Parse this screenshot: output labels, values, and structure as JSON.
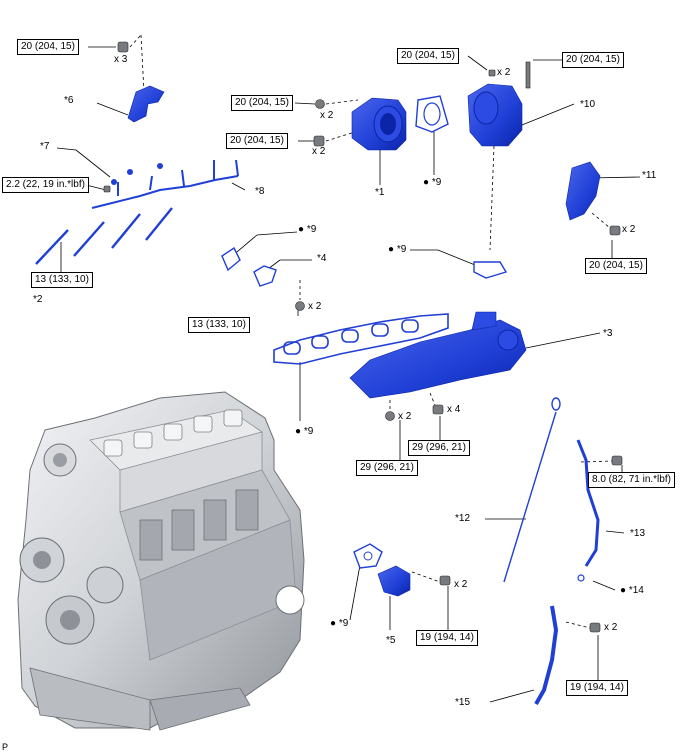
{
  "torque_specs": {
    "t1": "20 (204, 15)",
    "t2": "20 (204, 15)",
    "t3": "20 (204, 15)",
    "t4": "20 (204, 15)",
    "t5": "20 (204, 15)",
    "t6": "20 (204, 15)",
    "t7": "2.2 (22, 19 in.*lbf)",
    "t8": "13 (133, 10)",
    "t9": "13 (133, 10)",
    "t10": "29 (296, 21)",
    "t11": "29 (296, 21)",
    "t12": "8.0 (82, 71 in.*lbf)",
    "t13": "19 (194, 14)",
    "t14": "19 (194, 14)"
  },
  "quantities": {
    "x3": "x 3",
    "x2": "x 2",
    "x4": "x 4"
  },
  "callouts": {
    "c1": "*1",
    "c2": "*2",
    "c3": "*3",
    "c4": "*4",
    "c5": "*5",
    "c6": "*6",
    "c7": "*7",
    "c8": "*8",
    "c9": "*9",
    "c10": "*10",
    "c11": "*11",
    "c12": "*12",
    "c13": "*13",
    "c14": "*14",
    "c15": "*15"
  },
  "bullet": "●",
  "footer_mark": "P",
  "colors": {
    "part_blue": "#1f3fd6",
    "part_blue_dark": "#0b24a8",
    "engine_gray": "#cfd2d6",
    "engine_dark": "#9a9ea4",
    "line": "#000000"
  }
}
